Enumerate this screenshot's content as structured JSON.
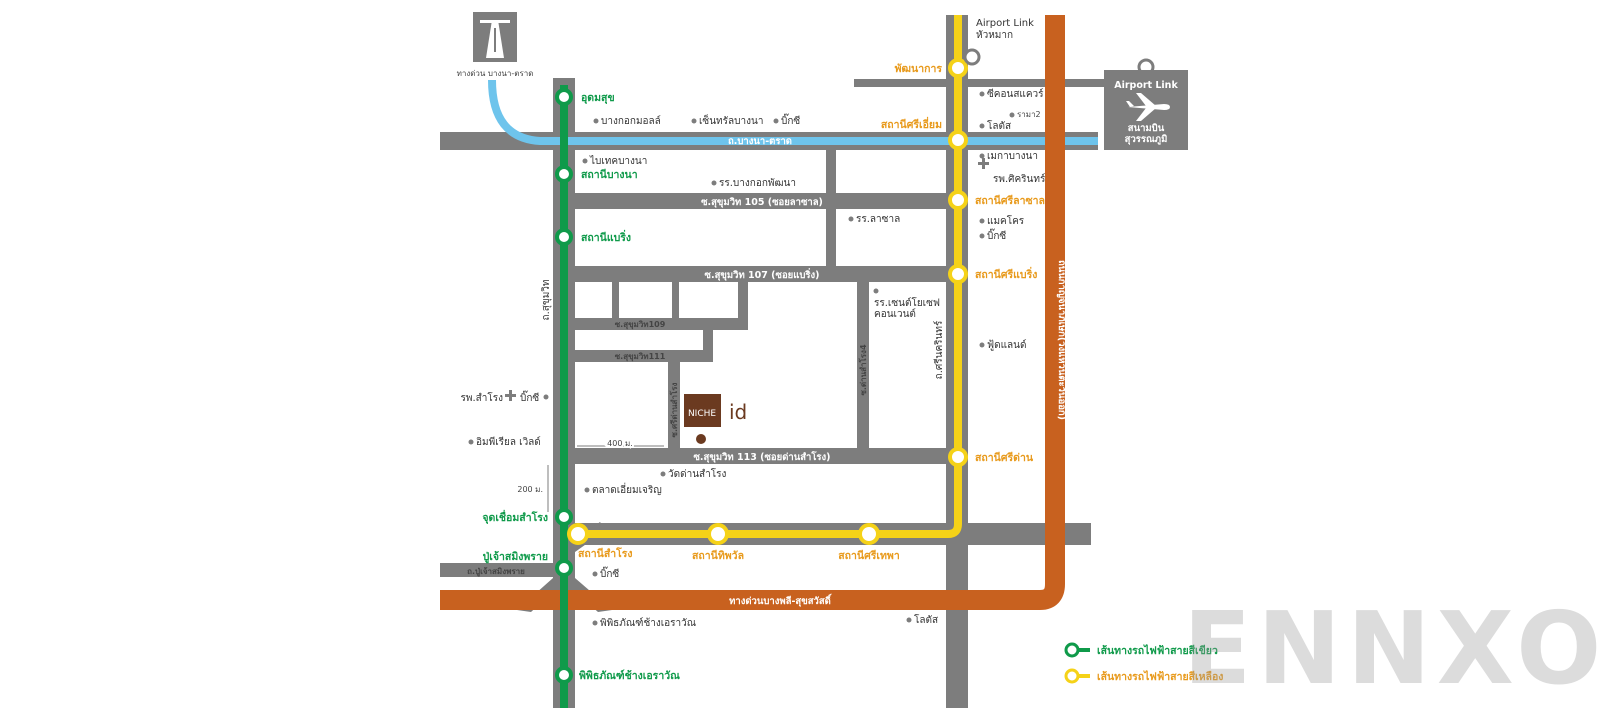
{
  "colors": {
    "road": "#7d7d7d",
    "green_line": "#0f9a4a",
    "yellow_line": "#f5d218",
    "blue_road": "#6ec4ec",
    "orange_road": "#c8611f",
    "label_green": "#0f9a4a",
    "label_orange": "#e89a1c"
  },
  "highway_sign": {
    "label": "ทางด่วน บางนา-ตราด",
    "icon": "highway-icon"
  },
  "airport": {
    "line": "Airport Link",
    "line2": "Airport Link",
    "station": "หัวหมาก",
    "name_line1": "สนามบิน",
    "name_line2": "สุวรรณภูมิ",
    "icon": "airplane-icon"
  },
  "roads": {
    "bangna_trat": "ถ.บางนา-ตราด",
    "soi105": "ซ.สุขุมวิท 105 (ซอยลาซาล)",
    "soi107": "ซ.สุขุมวิท 107 (ซอยแบริ่ง)",
    "soi109": "ซ.สุขุมวิท109",
    "soi111": "ซ.สุขุมวิท111",
    "soi113": "ซ.สุขุมวิท 113 (ซอยด่านสำโรง)",
    "sukhumvit": "ถ.สุขุมวิท",
    "srinakarin": "ถ.ศรีนครินทร์",
    "thepharak": "ถ.ปู่เจ้าสมิงพราย",
    "expressway": "ทางด่วนบางพลี-สุขสวัสดิ์",
    "outer_ring": "ถนนกาญจนาภิเษก(วงแหวนตะวันออก)",
    "soi_left": "ซ.ศรีด่านสำโรง",
    "soi_right": "ซ.ด่านสำโรง4"
  },
  "green_stations": [
    "อุดมสุข",
    "สถานีบางนา",
    "สถานีแบริ่ง",
    "จุดเชื่อมสำโรง",
    "ปู่เจ้าสมิงพราย",
    "พิพิธภัณฑ์ช้างเอราวัณ"
  ],
  "yellow_stations": [
    "พัฒนาการ",
    "สถานีศรีเอี่ยม",
    "สถานีศรีลาซาล",
    "สถานีศรีแบริ่ง",
    "สถานีศรีด่าน",
    "สถานีสำโรง",
    "สถานีทิพวัล",
    "สถานีศรีเทพา"
  ],
  "places": {
    "bangkok_mall": "บางกอกมอลล์",
    "central_bangna": "เซ็นทรัลบางนา",
    "bigc1": "บิ๊กซี",
    "bitec": "ไบเทคบางนา",
    "bangkok_pattana": "รร.บางกอกพัฒนา",
    "seacon": "ซีคอนสแควร์",
    "rama2": "รามา2",
    "lotus1": "โลตัส",
    "mega_bangna": "เมกาบางนา",
    "sikarin": "รพ.ศิครินทร์",
    "lasalle_school": "รร.ลาซาล",
    "makro": "แมคโคร",
    "bigc2": "บิ๊กซี",
    "st_joseph_line1": "รร.เซนต์โยเซฟ",
    "st_joseph_line2": "คอนเวนต์",
    "foodland": "ฟู้ดแลนด์",
    "samrong_hospital": "รพ.สำโรง",
    "bigc3": "บิ๊กซี",
    "imperial": "อิมพีเรียล เวิลด์",
    "wat": "วัดด่านสำโรง",
    "market": "ตลาดเอี่ยมเจริญ",
    "bigc4": "บิ๊กซี",
    "museum": "พิพิธภัณฑ์ช้างเอราวัณ",
    "lotus2": "โลตัส"
  },
  "distances": {
    "d400": "400 ม.",
    "d200": "200 ม."
  },
  "project": {
    "logo_text": "NICHE",
    "logo_suffix": "id"
  },
  "legend": {
    "green": "เส้นทางรถไฟฟ้าสายสีเขียว",
    "yellow": "เส้นทางรถไฟฟ้าสายสีเหลือง"
  },
  "watermark": "ENNXO"
}
